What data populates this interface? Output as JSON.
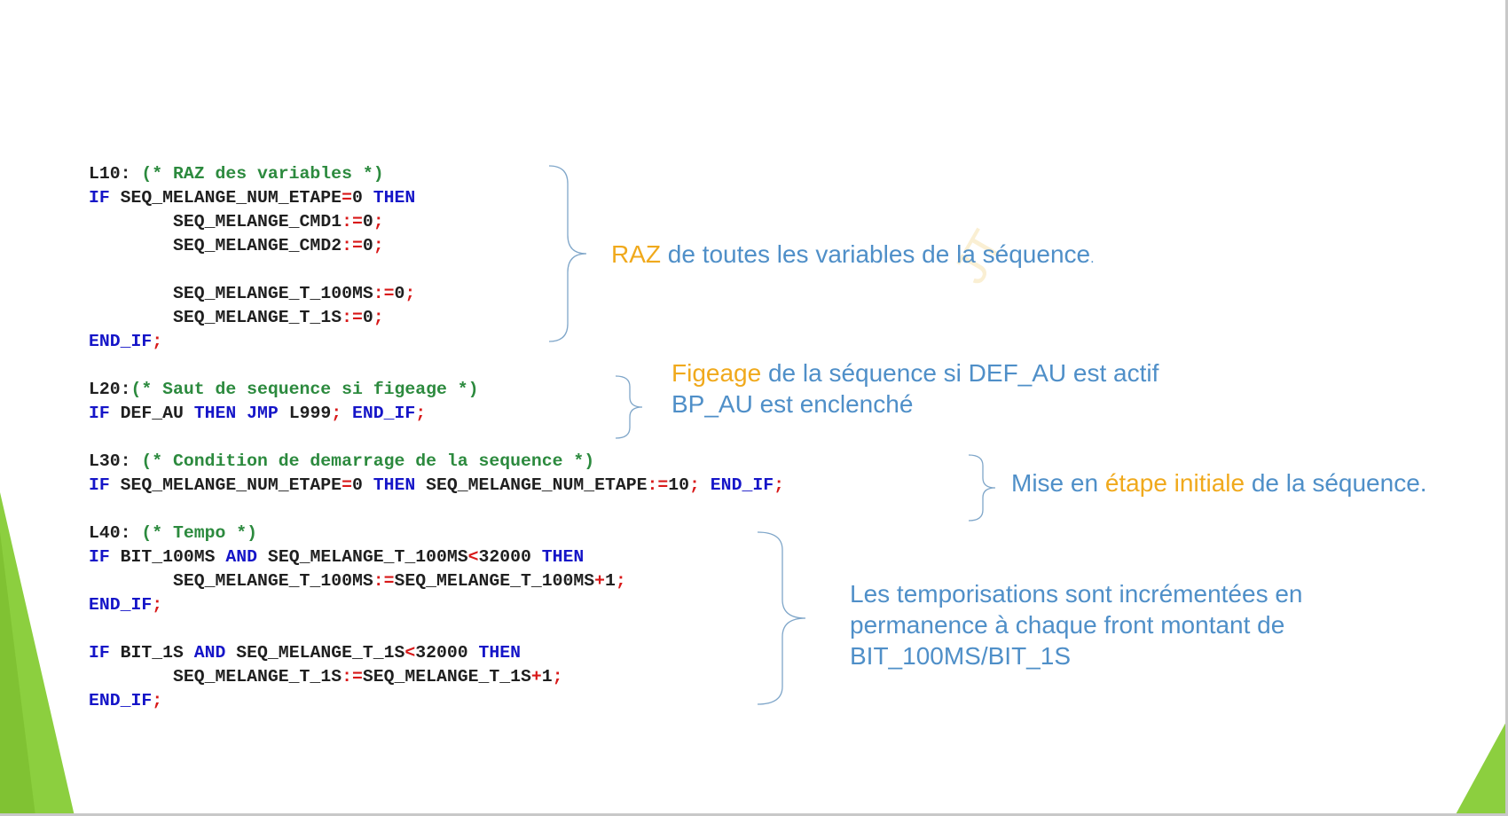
{
  "colors": {
    "keyword": "#1515c8",
    "comment": "#2c8a3e",
    "operator": "#d81818",
    "text": "#1f1f1f",
    "annotation": "#4f8fc8",
    "highlight": "#f0a91c",
    "accent_green": "#8ccf3f"
  },
  "code": {
    "l10": {
      "label": "L10:",
      "comment": "(* RAZ des variables *)"
    },
    "l10_if": {
      "kw_if": "IF",
      "var": "SEQ_MELANGE_NUM_ETAPE",
      "op": "=",
      "val": "0",
      "kw_then": "THEN"
    },
    "l10_cmd1": {
      "var": "SEQ_MELANGE_CMD1",
      "op": ":=",
      "val": "0",
      "semi": ";"
    },
    "l10_cmd2": {
      "var": "SEQ_MELANGE_CMD2",
      "op": ":=",
      "val": "0",
      "semi": ";"
    },
    "l10_t100": {
      "var": "SEQ_MELANGE_T_100MS",
      "op": ":=",
      "val": "0",
      "semi": ";"
    },
    "l10_t1s": {
      "var": "SEQ_MELANGE_T_1S",
      "op": ":=",
      "val": "0",
      "semi": ";"
    },
    "end_if": "END_IF",
    "semi": ";",
    "l20": {
      "label": "L20:",
      "comment": "(* Saut de sequence si figeage *)"
    },
    "l20_if": {
      "kw_if": "IF",
      "var": "DEF_AU",
      "kw_then": "THEN",
      "kw_jmp": "JMP",
      "target": "L999",
      "semi": ";",
      "kw_end": "END_IF",
      "semi2": ";"
    },
    "l30": {
      "label": "L30:",
      "comment": "(* Condition de demarrage de la sequence *)"
    },
    "l30_if": {
      "kw_if": "IF",
      "var": "SEQ_MELANGE_NUM_ETAPE",
      "op": "=",
      "val": "0",
      "kw_then": "THEN",
      "var2": "SEQ_MELANGE_NUM_ETAPE",
      "op2": ":=",
      "val2": "10",
      "semi": ";",
      "kw_end": "END_IF",
      "semi2": ";"
    },
    "l40": {
      "label": "L40:",
      "comment": "(* Tempo *)"
    },
    "l40_if1": {
      "kw_if": "IF",
      "bit": "BIT_100MS",
      "kw_and": "AND",
      "var": "SEQ_MELANGE_T_100MS",
      "op": "<",
      "val": "32000",
      "kw_then": "THEN"
    },
    "l40_inc1": {
      "var": "SEQ_MELANGE_T_100MS",
      "op": ":=",
      "var2": "SEQ_MELANGE_T_100MS",
      "op2": "+",
      "val": "1",
      "semi": ";"
    },
    "l40_if2": {
      "kw_if": "IF",
      "bit": "BIT_1S",
      "kw_and": "AND",
      "var": "SEQ_MELANGE_T_1S",
      "op": "<",
      "val": "32000",
      "kw_then": "THEN"
    },
    "l40_inc2": {
      "var": "SEQ_MELANGE_T_1S",
      "op": ":=",
      "var2": "SEQ_MELANGE_T_1S",
      "op2": "+",
      "val": "1",
      "semi": ";"
    }
  },
  "annotations": {
    "raz": {
      "hl": "RAZ",
      "text": " de toutes les variables de la séquence",
      "dot": "."
    },
    "figeage": {
      "hl": "Figeage",
      "text": " de la séquence si DEF_AU est actif",
      "line2": "BP_AU est enclenché"
    },
    "mise": {
      "pre": "Mise en ",
      "hl": "étape initiale",
      "post": " de la séquence."
    },
    "tempo": {
      "line1": "Les temporisations sont incrémentées en",
      "line2": "permanence à chaque front montant de",
      "line3": "BIT_100MS/BIT_1S"
    }
  },
  "watermark": "JT"
}
